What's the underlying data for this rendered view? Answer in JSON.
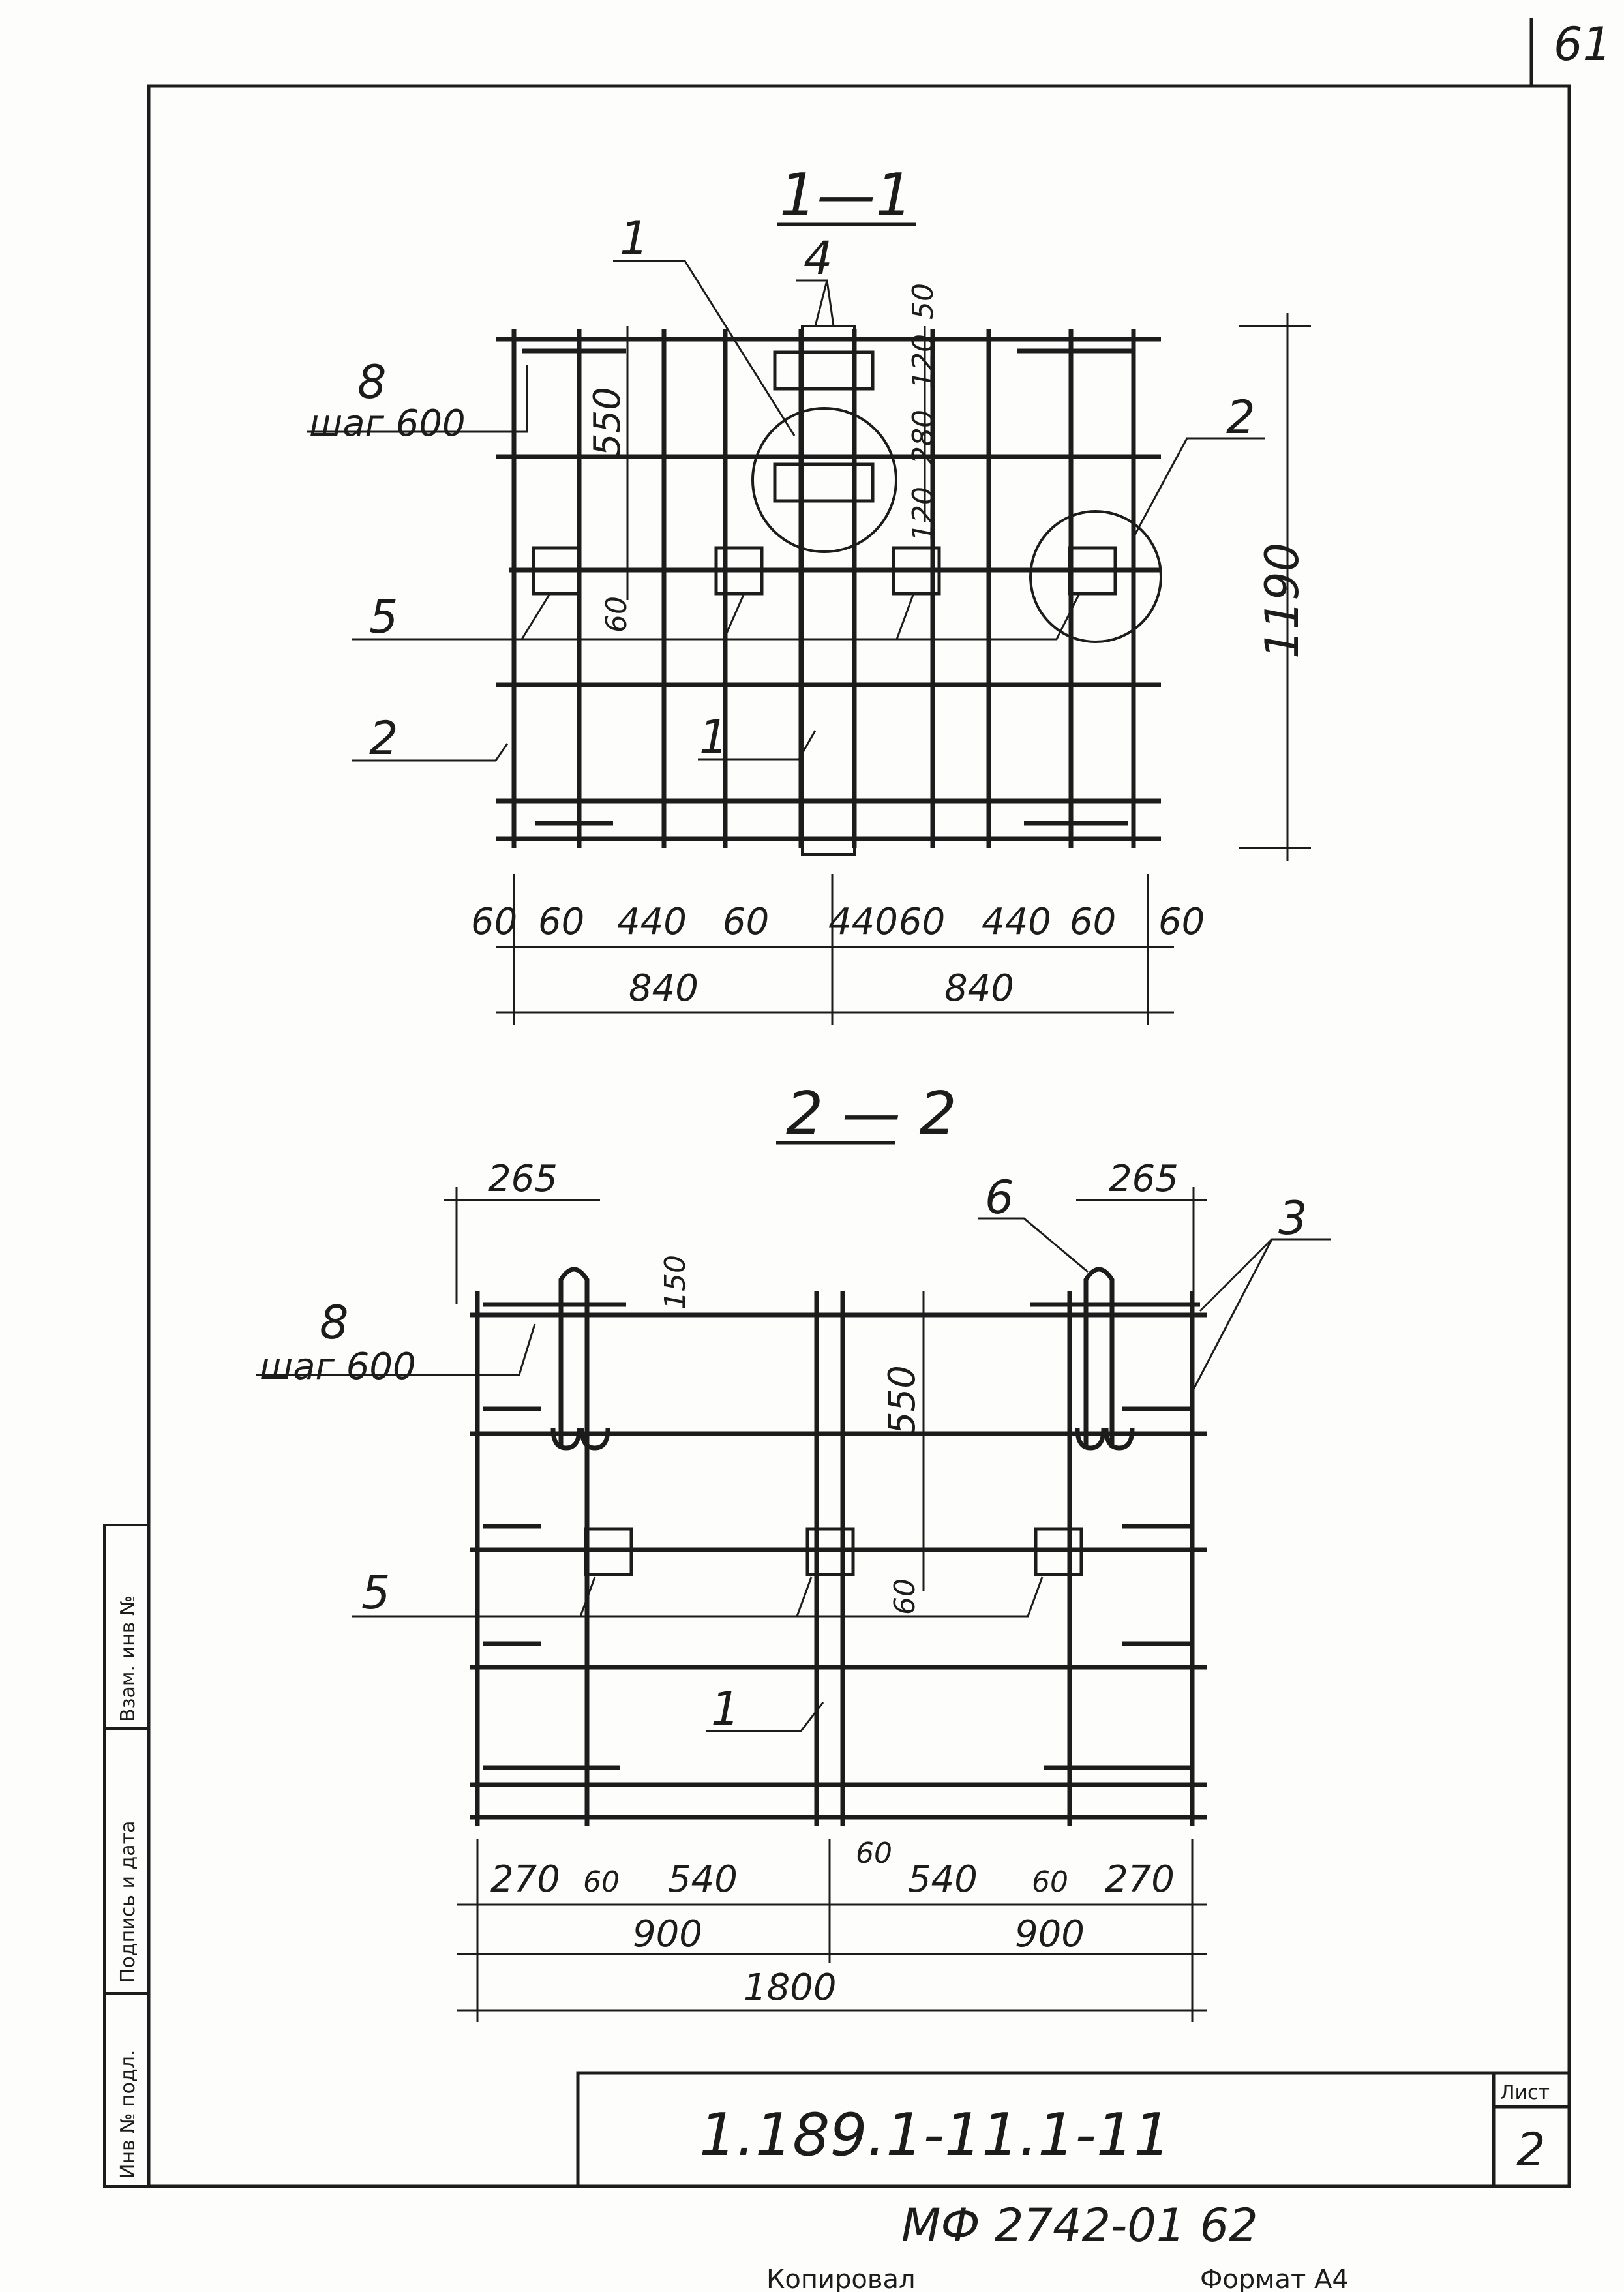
{
  "sheet": {
    "page_number": "61",
    "drawing_code": "1.189.1-11.1-11",
    "sheet_label": "Лист",
    "sheet_number": "2",
    "archive_code": "МФ 2742-01  62",
    "copied_label": "Копировал",
    "format_label": "Формат А4"
  },
  "side_stamp": {
    "inv_podl": "Инв № подл.",
    "podpis_data": "Подпись и дата",
    "vzam_inv": "Взам. инв №"
  },
  "section_1": {
    "title": "1—1",
    "callouts": {
      "c1_top": "1",
      "c4": "4",
      "c8": "8",
      "step": "шаг 600",
      "c2_right": "2",
      "c5": "5",
      "c2_left": "2",
      "c1_mid": "1"
    },
    "dims": {
      "v50": "50",
      "v120a": "120",
      "v280": "280",
      "v120b": "120",
      "v550": "550",
      "v60": "60",
      "v1190": "1190",
      "h60a": "60",
      "h60b": "60",
      "h440a": "440",
      "h60c": "60",
      "h440b": "440",
      "h60d": "60",
      "h440c": "440",
      "h60e": "60",
      "h60f": "60",
      "h840a": "840",
      "h840b": "840"
    }
  },
  "section_2": {
    "title": "2 — 2",
    "callouts": {
      "c6": "6",
      "c3": "3",
      "c8": "8",
      "step": "шаг 600",
      "c5": "5",
      "c1": "1"
    },
    "dims": {
      "d265a": "265",
      "d265b": "265",
      "v150": "150",
      "v550": "550",
      "v60": "60",
      "h270a": "270",
      "h60a": "60",
      "h540a": "540",
      "h60b": "60",
      "h540b": "540",
      "h60c": "60",
      "h270b": "270",
      "h900a": "900",
      "h900b": "900",
      "h1800": "1800"
    }
  }
}
